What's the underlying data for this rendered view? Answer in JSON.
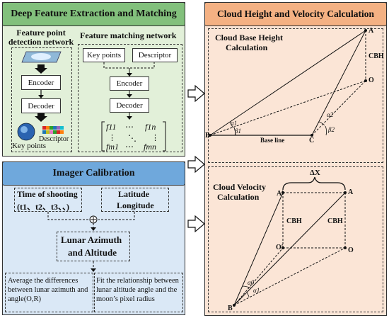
{
  "deep": {
    "title": "Deep Feature Extraction and Matching",
    "detect_title": "Feature point detection network",
    "match_title": "Feature matching network",
    "encoder": "Encoder",
    "decoder": "Decoder",
    "key_points": "Key points",
    "descriptor": "Descriptor",
    "matrix": {
      "f11": "f11",
      "f1n": "f1n",
      "fm1": "fm1",
      "fmn": "fmn"
    }
  },
  "calib": {
    "title": "Imager Calibration",
    "time_label": "Time of shooting",
    "time_values": "(t1、t2、t3、、)",
    "lat": "Latitude",
    "lon": "Longitude",
    "lunar_line1": "Lunar Azimuth",
    "lunar_line2": "and Altitude",
    "avg_text": "Average the differences between lunar azimuth and angle(O,R)",
    "fit_text": "Fit the relationship between lunar altitude angle and the moon’s pixel radius"
  },
  "cloud": {
    "title": "Cloud Height and Velocity Calculation",
    "cbh_title_1": "Cloud Base Height",
    "cbh_title_2": "Calculation",
    "vel_title_1": "Cloud Velocity",
    "vel_title_2": "Calculation",
    "baseline": "Base line",
    "cbh": "CBH",
    "delta_x": "ΔX",
    "points": {
      "A": "A",
      "O": "O",
      "B": "B",
      "C": "C",
      "A2": "A′",
      "O2": "O′"
    },
    "angles": {
      "a1": "α1",
      "b1": "β1",
      "a2": "α2",
      "b2": "β2",
      "a0": "α0"
    }
  },
  "colors": {
    "green_header": "#82c07c",
    "green_panel": "#e2f0d9",
    "blue_header": "#6fa8dc",
    "blue_panel": "#dae8f6",
    "orange_header": "#f4b183",
    "orange_panel": "#fbe5d6"
  }
}
